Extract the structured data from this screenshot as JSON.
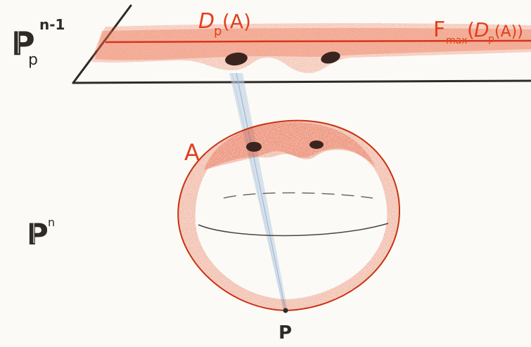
{
  "labels": {
    "space_top": "P",
    "space_top_sub": "p",
    "space_top_sup": "n-1",
    "space_bottom": "P",
    "space_bottom_sup": "n",
    "proj_set_main": "D",
    "proj_set_sub": "p",
    "proj_set_arg": "(A)",
    "fmax_main": "F",
    "fmax_sub": "max",
    "fmax_arg_open": "(",
    "fmax_inner_main": "D",
    "fmax_inner_sub": "p",
    "fmax_inner_arg": "(A))",
    "set_a": "A",
    "point_p": "P"
  },
  "colors": {
    "ink": "#2f2a26",
    "red": "#e2401c",
    "red_dark": "#c8320f",
    "band": "#e85a33",
    "spot": "#3a2420",
    "ray": "#9db8d6",
    "paper": "#fbfaf6"
  }
}
